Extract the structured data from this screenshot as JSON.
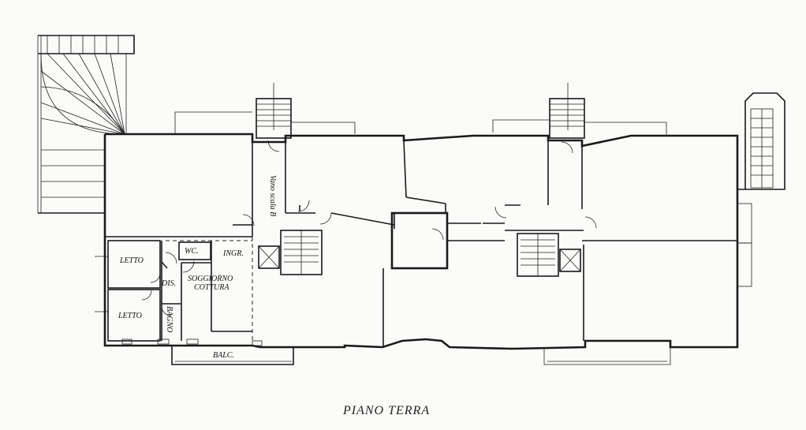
{
  "plan": {
    "title": "PIANO TERRA",
    "labels": {
      "letto_top": "LETTO",
      "letto_bottom": "LETTO",
      "wc": "WC.",
      "ingr": "INGR.",
      "dis": "DIS.",
      "soggiorno": "SOGGIORNO",
      "cottura": "COTTURA",
      "bagno": "BAGNO",
      "balc": "BALC.",
      "vano_scala": "Vano scala B"
    }
  }
}
